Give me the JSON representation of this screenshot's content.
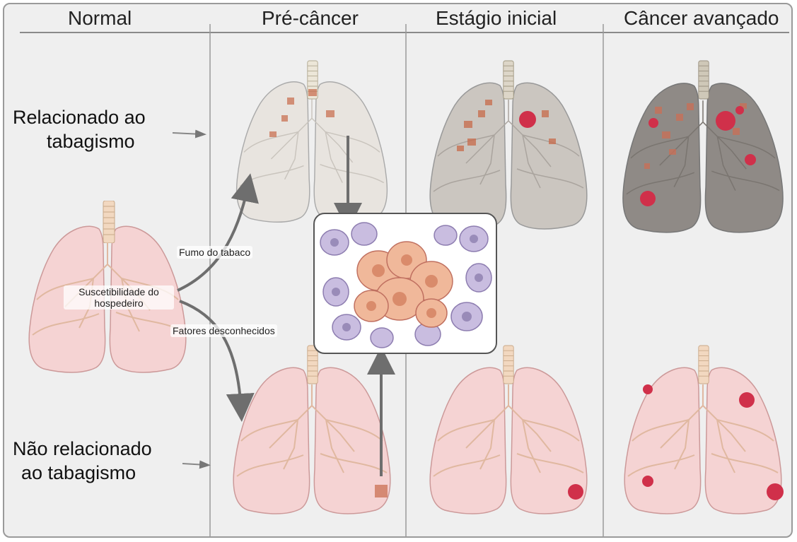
{
  "columns": [
    "Normal",
    "Pré-câncer",
    "Estágio inicial",
    "Câncer avançado"
  ],
  "rows": {
    "smoking": {
      "line1": "Relacionado ao",
      "line2": "tabagismo"
    },
    "non_smoking": {
      "line1": "Não relacionado",
      "line2": "ao tabagismo"
    }
  },
  "annotations": {
    "smoke": "Fumo do tabaco",
    "host_line1": "Suscetibilidade do",
    "host_line2": "hospedeiro",
    "unknown": "Fatores desconhecidos"
  },
  "colors": {
    "healthy_lung": "#f4cfcf",
    "smoker_lung_light": "#e6e1dc",
    "smoker_lung_mid": "#c9c3bd",
    "smoker_lung_dark": "#8f8a86",
    "tumor": "#d0304a",
    "arrow": "#6e6e6e"
  }
}
